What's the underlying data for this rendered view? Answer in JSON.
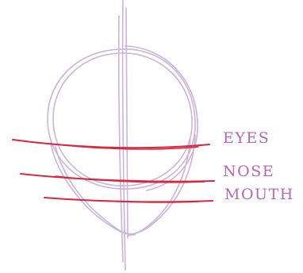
{
  "labels": {
    "eyes": "EYES",
    "nose": "NOSE",
    "mouth": "MOUTH"
  },
  "colors": {
    "sketch": "#cdb3db",
    "guide": "#d8283f",
    "label": "#b466b8",
    "background": "#ffffff"
  }
}
